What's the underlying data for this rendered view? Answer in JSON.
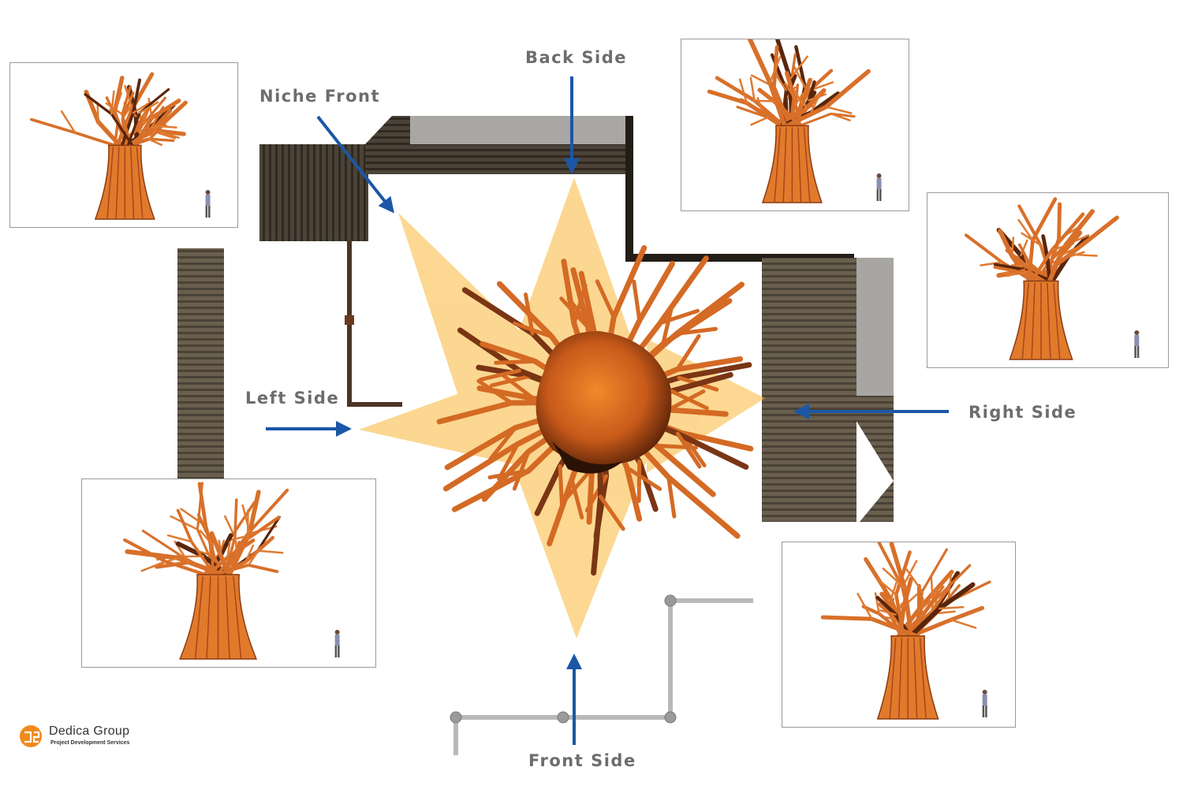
{
  "labels": {
    "back_side": "Back Side",
    "niche_front": "Niche Front",
    "left_side": "Left Side",
    "right_side": "Right Side",
    "front_side": "Front Side"
  },
  "logo": {
    "name": "Dedica Group",
    "subtitle": "Project Development Services"
  },
  "colors": {
    "arrow": "#1b57a6",
    "branch": "#d9702a",
    "branch_dark": "#7a3514",
    "light_cone": "#f7b233",
    "wall": "#4a4236",
    "wall_stripe": "#2e2820",
    "concrete": "#a8a6a2",
    "pipe": "#b8b8b8",
    "label": "#6d6d6d",
    "logo_accent": "#f08a1c"
  },
  "icons": [
    "tree-view-thumbnail",
    "view-direction-arrow",
    "person-scale-figure",
    "dedica-logo-icon"
  ]
}
